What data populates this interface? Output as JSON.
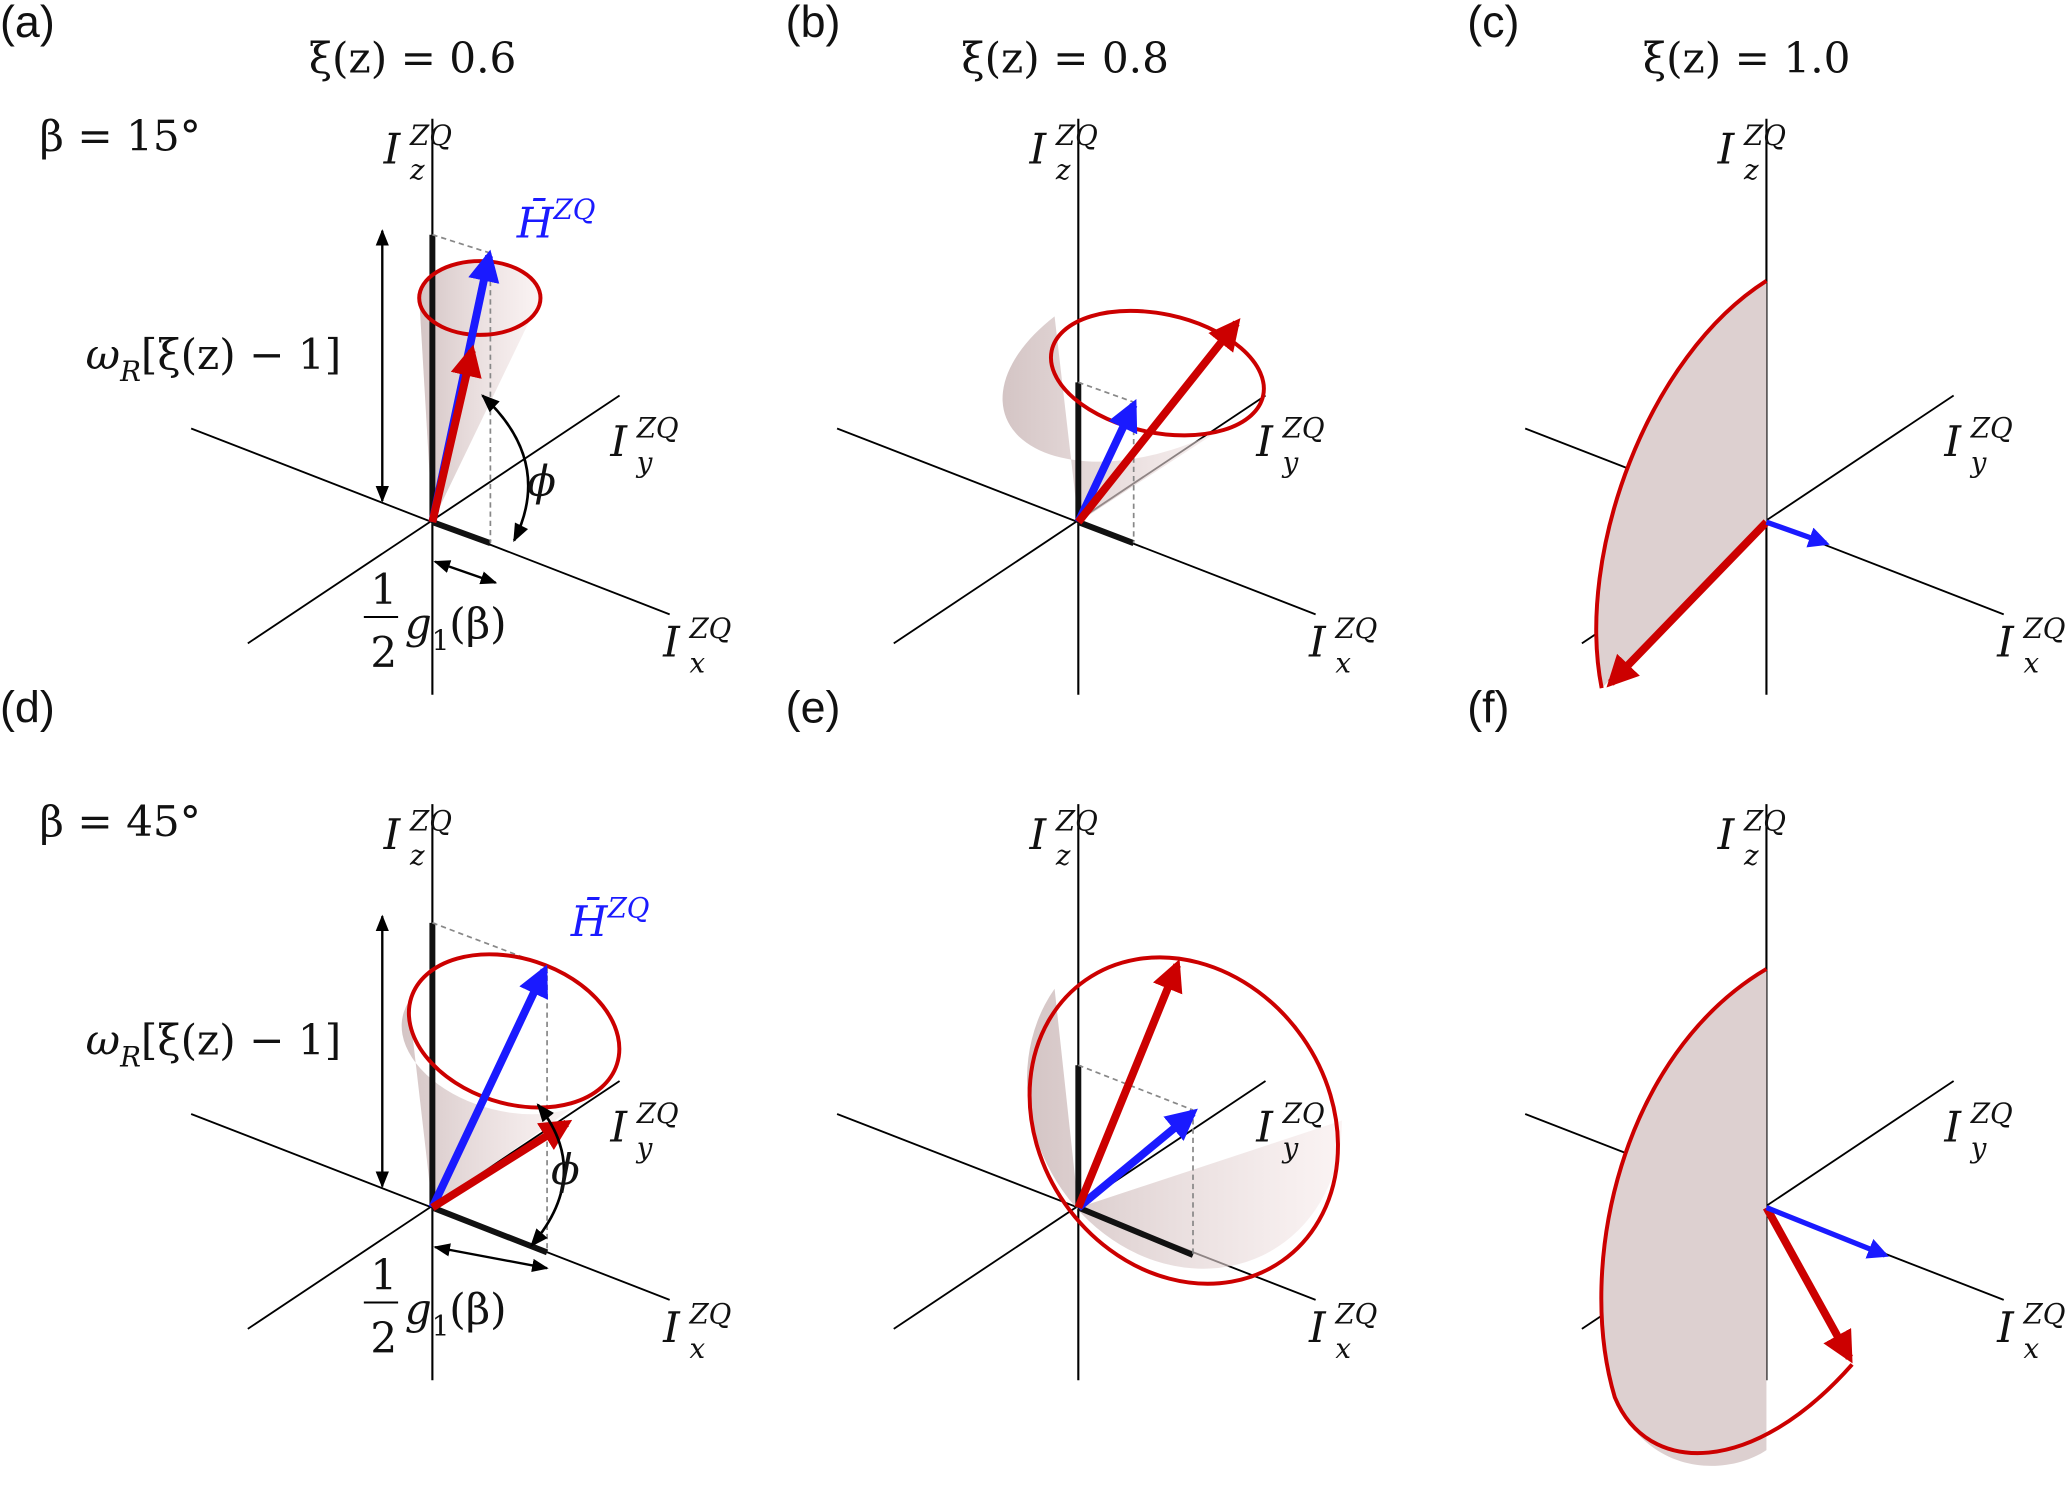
{
  "panels": [
    {
      "label": "(a)",
      "title": "ξ(z) = 0.6"
    },
    {
      "label": "(b)",
      "title": "ξ(z) = 0.8"
    },
    {
      "label": "(c)",
      "title": "ξ(z) = 1.0"
    },
    {
      "label": "(d)",
      "title": ""
    },
    {
      "label": "(e)",
      "title": ""
    },
    {
      "label": "(f)",
      "title": ""
    }
  ],
  "rows": [
    {
      "beta": "β = 15°"
    },
    {
      "beta": "β = 45°"
    }
  ],
  "axes": {
    "base": "I",
    "sup": "ZQ",
    "x": "x",
    "y": "y",
    "z": "z"
  },
  "vector": {
    "base": "H̄",
    "sup": "ZQ"
  },
  "annotations": {
    "omega": "ω",
    "omega_sub": "R",
    "omega_rest": "[ξ(z) − 1]",
    "phi": "ϕ",
    "half_num": "1",
    "half_den": "2",
    "g": "g",
    "g_sub": "1",
    "g_rest": "(β)"
  },
  "colors": {
    "red": "#cc0000",
    "blue": "#1a1aff",
    "cone": "#e8d6d6",
    "axis": "#000000"
  }
}
